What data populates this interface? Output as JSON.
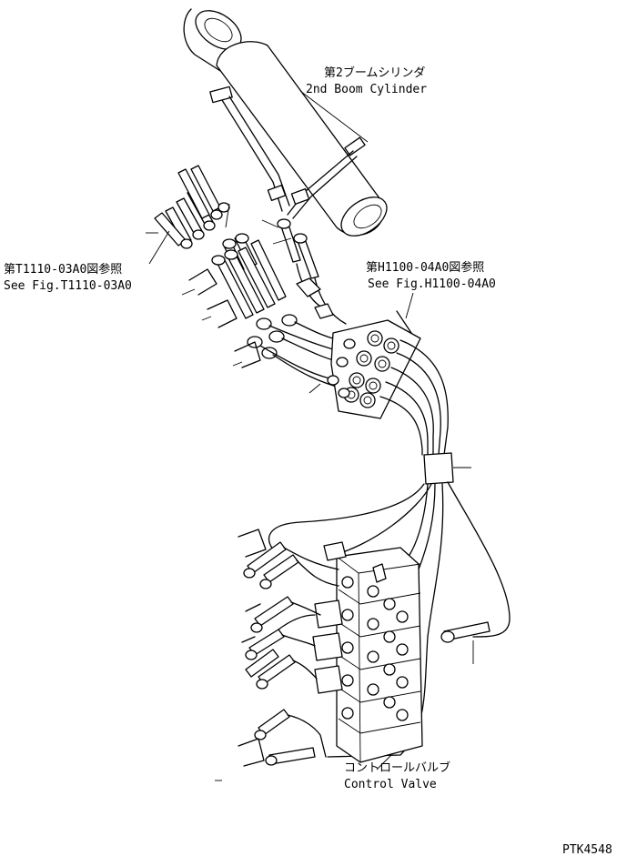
{
  "labels": {
    "boom_cylinder_jp": "第2ブームシリンダ",
    "boom_cylinder_en": "2nd Boom Cylinder",
    "ref_t1110_jp": "第T1110-03A0図参照",
    "ref_t1110_en": "See Fig.T1110-03A0",
    "ref_h1100_jp": "第H1100-04A0図参照",
    "ref_h1100_en": "See Fig.H1100-04A0",
    "control_valve_jp": "コントロールバルブ",
    "control_valve_en": "Control Valve",
    "drawing_number": "PTK4548"
  }
}
